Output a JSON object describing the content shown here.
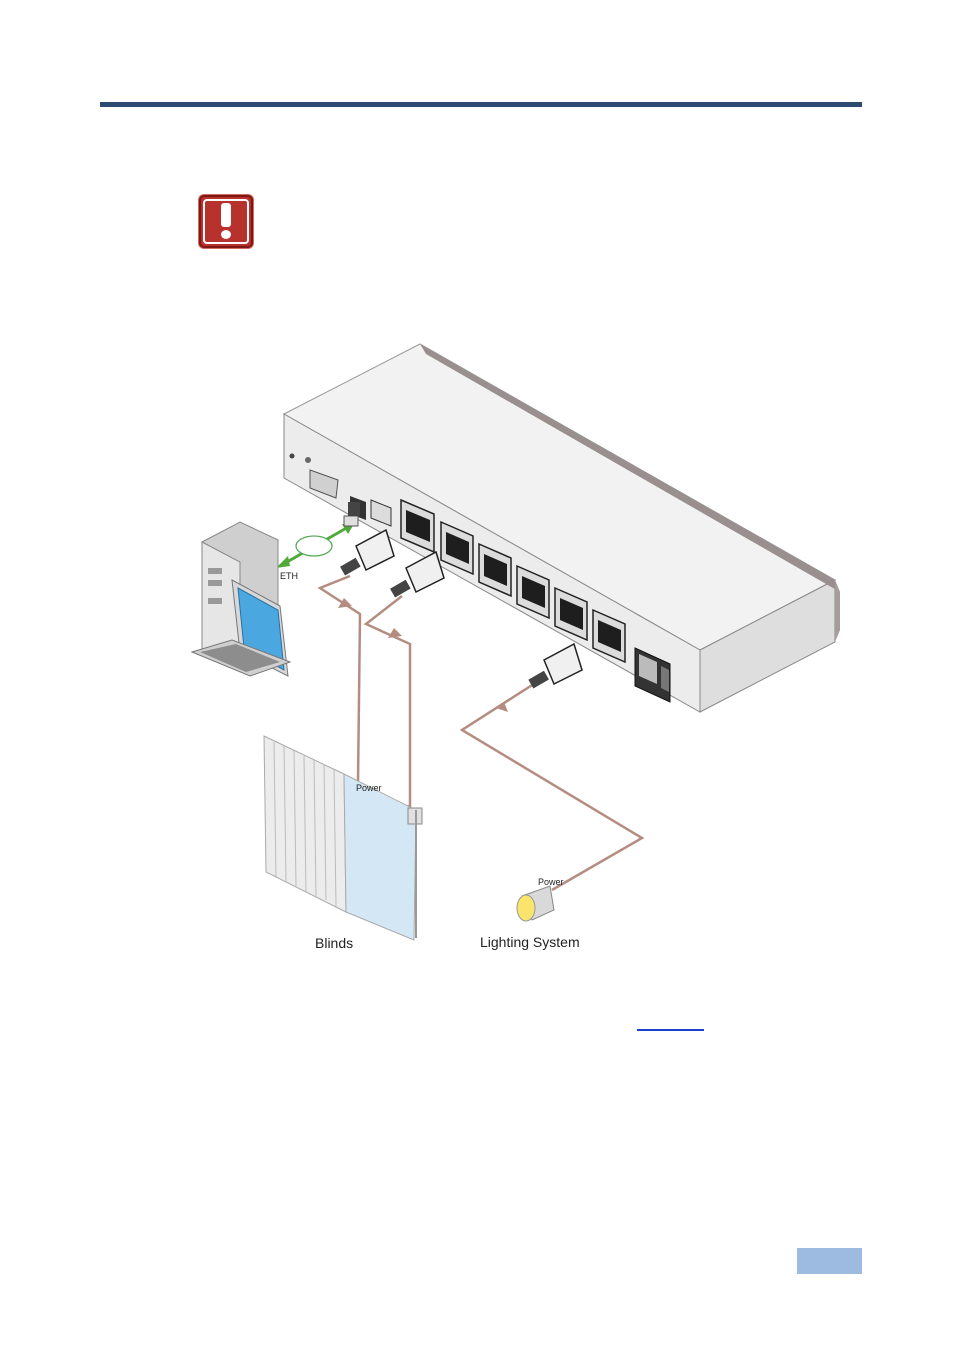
{
  "warning_icon": "exclamation-warning-icon",
  "figure": {
    "labels": {
      "eth": "ETH",
      "power_blinds": "Power",
      "power_light": "Power",
      "blinds": "Blinds",
      "lighting": "Lighting System"
    }
  },
  "colors": {
    "header_rule": "#2d4a73",
    "warning": "#b7322c",
    "cable": "#b58c80",
    "ethernet": "#4faa3a",
    "page_marker": "#9dbbe0"
  }
}
